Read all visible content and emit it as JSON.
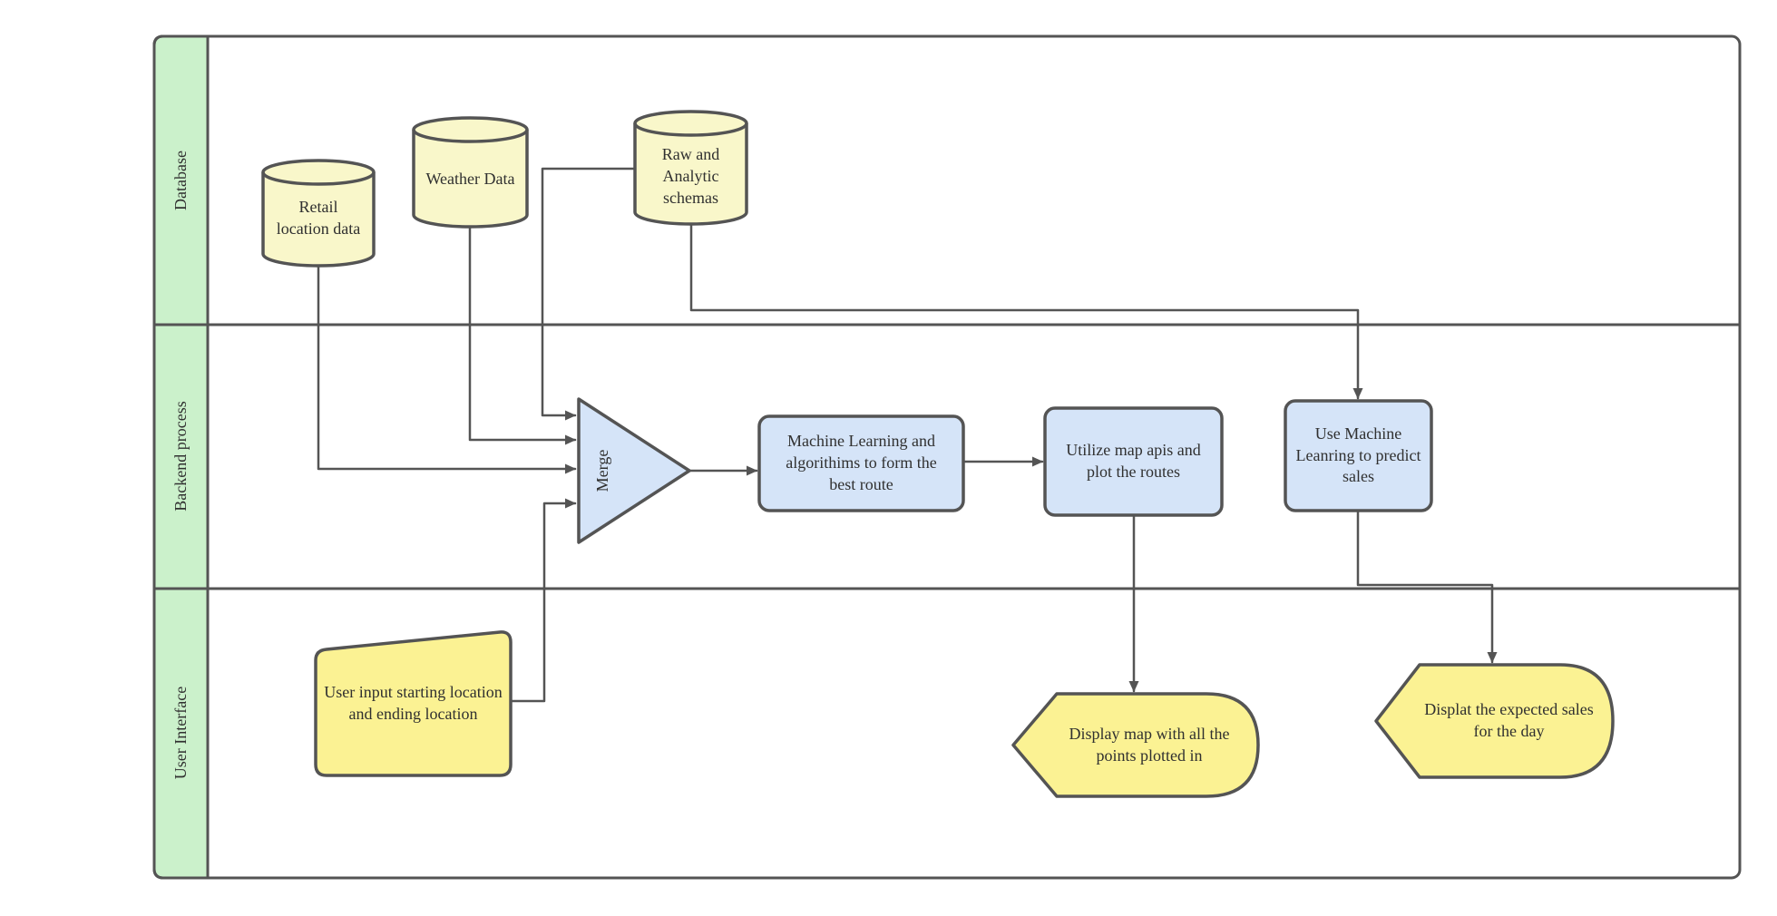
{
  "colors": {
    "lane_header_fill": "#cbf1cb",
    "database_shape_fill": "#f9f7ca",
    "process_shape_fill": "#d5e4f8",
    "ui_shape_fill": "#fbf293",
    "stroke": "#545454",
    "text": "#303030"
  },
  "lanes": [
    {
      "label": "Database"
    },
    {
      "label": "Backend process"
    },
    {
      "label": "User Interface"
    }
  ],
  "nodes": {
    "retail": {
      "label": "Retail location data",
      "type": "database-cylinder"
    },
    "weather": {
      "label": "Weather Data",
      "type": "database-cylinder"
    },
    "schemas": {
      "label": "Raw and Analytic schemas",
      "type": "database-cylinder"
    },
    "merge": {
      "label": "Merge",
      "type": "merge-triangle"
    },
    "ml_route": {
      "label": "Machine Learning and algorithims to form the best route",
      "type": "process"
    },
    "map_apis": {
      "label": "Utilize map apis and plot the routes",
      "type": "process"
    },
    "ml_predict": {
      "label": "Use Machine Leanring to predict  sales",
      "type": "process"
    },
    "user_input": {
      "label": "User input starting location and ending location",
      "type": "manual-input"
    },
    "display_map": {
      "label": "Display map with all the points plotted in",
      "type": "display"
    },
    "display_sales": {
      "label": "Displat the expected sales for the day",
      "type": "display"
    }
  }
}
